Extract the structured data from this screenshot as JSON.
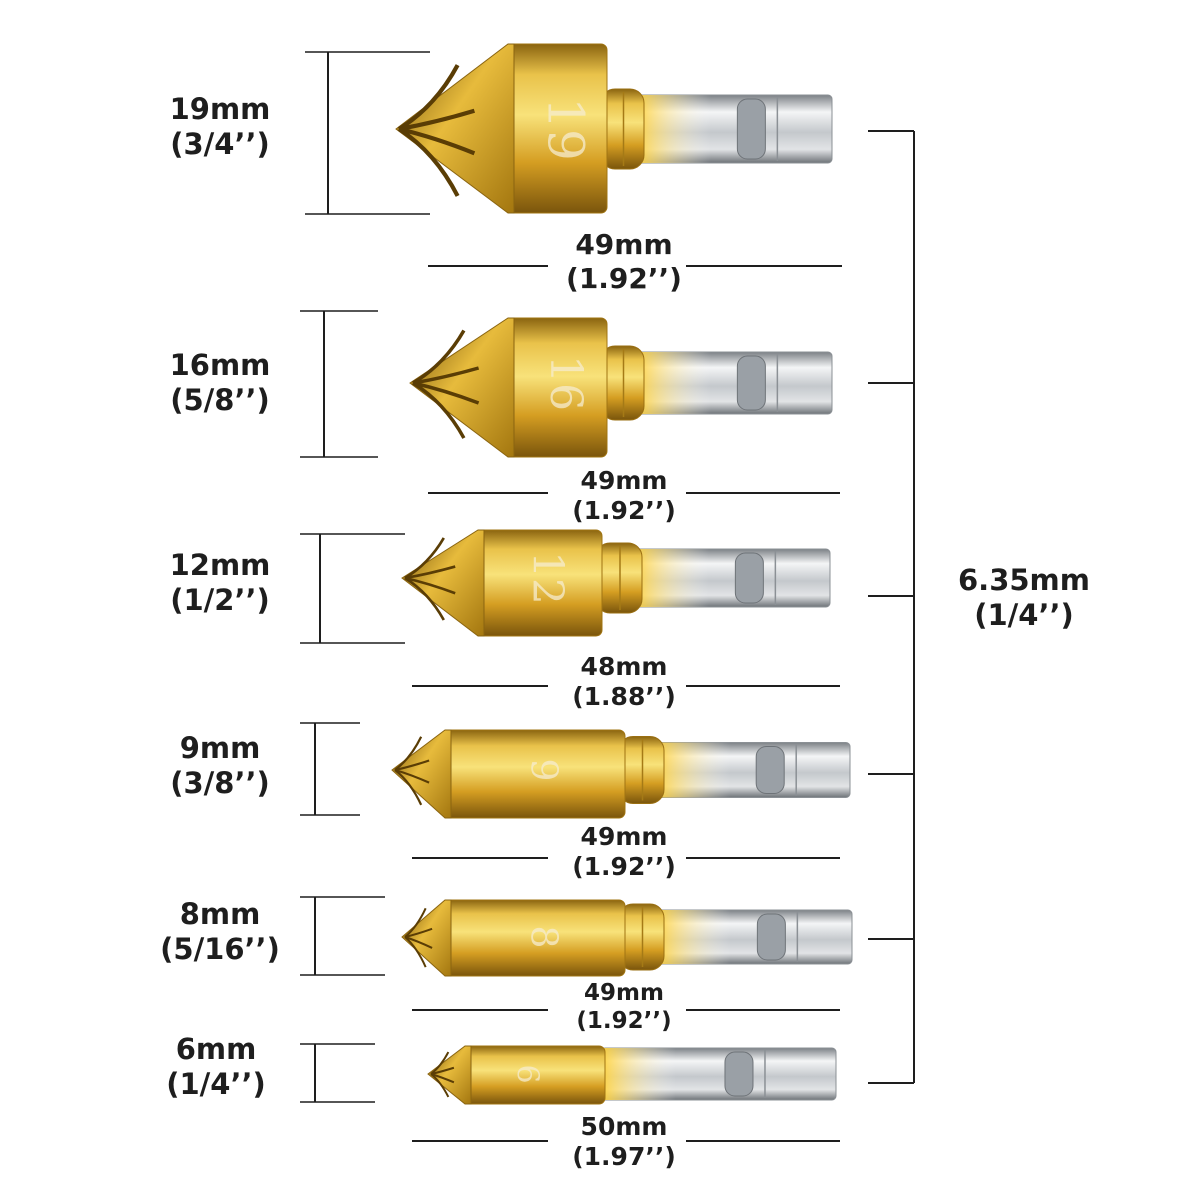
{
  "shank": {
    "mm": "6.35mm",
    "inch": "(1/4’’)"
  },
  "bits": [
    {
      "engraving": "19",
      "diameter_mm": "19mm",
      "diameter_in": "(3/4’’)",
      "length_mm": "49mm",
      "length_in": "(1.92’’)"
    },
    {
      "engraving": "16",
      "diameter_mm": "16mm",
      "diameter_in": "(5/8’’)",
      "length_mm": "49mm",
      "length_in": "(1.92’’)"
    },
    {
      "engraving": "12",
      "diameter_mm": "12mm",
      "diameter_in": "(1/2’’)",
      "length_mm": "48mm",
      "length_in": "(1.88’’)"
    },
    {
      "engraving": "9",
      "diameter_mm": "9mm",
      "diameter_in": "(3/8’’)",
      "length_mm": "49mm",
      "length_in": "(1.92’’)"
    },
    {
      "engraving": "8",
      "diameter_mm": "8mm",
      "diameter_in": "(5/16’’)",
      "length_mm": "49mm",
      "length_in": "(1.92’’)"
    },
    {
      "engraving": "6",
      "diameter_mm": "6mm",
      "diameter_in": "(1/4’’)",
      "length_mm": "50mm",
      "length_in": "(1.97’’)"
    }
  ],
  "colors": {
    "gold": "#d6a42a",
    "steel": "#c9ccd0",
    "line": "#1e1e1e"
  }
}
